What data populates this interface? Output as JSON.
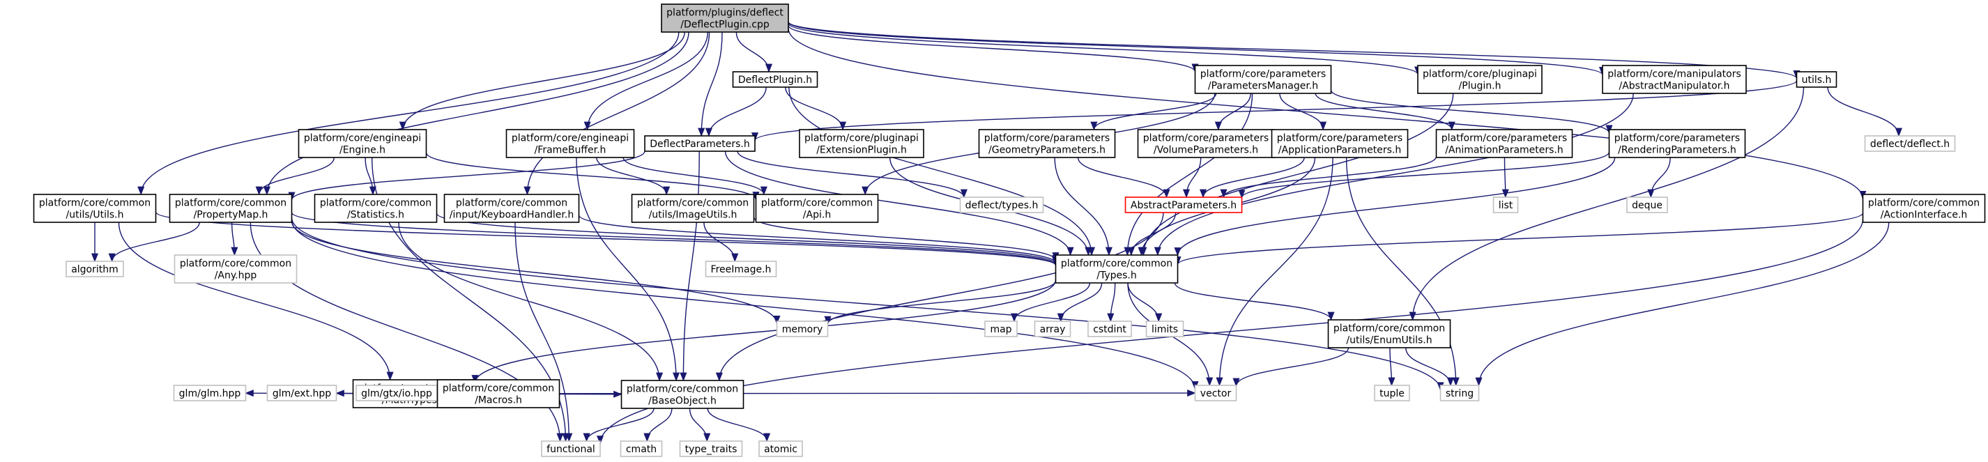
{
  "colors": {
    "edge": "#191970",
    "box": "#000000",
    "leaf": "#bfbfbf",
    "root_fill": "#bfbfbf",
    "abstract": "#ff0000",
    "text": "#000000",
    "leaf_text": "#000000"
  },
  "nodes": [
    {
      "id": "root",
      "lines": [
        "platform/plugins/deflect",
        "/DeflectPlugin.cpp"
      ],
      "style": "root"
    },
    {
      "id": "deflectplugin_h",
      "lines": [
        "DeflectPlugin.h"
      ],
      "style": "box"
    },
    {
      "id": "params_manager",
      "lines": [
        "platform/core/parameters",
        "/ParametersManager.h"
      ],
      "style": "box"
    },
    {
      "id": "pluginapi_plugin",
      "lines": [
        "platform/core/pluginapi",
        "/Plugin.h"
      ],
      "style": "box"
    },
    {
      "id": "abstract_manip",
      "lines": [
        "platform/core/manipulators",
        "/AbstractManipulator.h"
      ],
      "style": "box"
    },
    {
      "id": "utils_h",
      "lines": [
        "utils.h"
      ],
      "style": "box"
    },
    {
      "id": "engine_h",
      "lines": [
        "platform/core/engineapi",
        "/Engine.h"
      ],
      "style": "box"
    },
    {
      "id": "framebuffer_h",
      "lines": [
        "platform/core/engineapi",
        "/FrameBuffer.h"
      ],
      "style": "box"
    },
    {
      "id": "deflect_params",
      "lines": [
        "DeflectParameters.h"
      ],
      "style": "box"
    },
    {
      "id": "extension_plugin",
      "lines": [
        "platform/core/pluginapi",
        "/ExtensionPlugin.h"
      ],
      "style": "box"
    },
    {
      "id": "geometry_params",
      "lines": [
        "platform/core/parameters",
        "/GeometryParameters.h"
      ],
      "style": "box"
    },
    {
      "id": "volume_params",
      "lines": [
        "platform/core/parameters",
        "/VolumeParameters.h"
      ],
      "style": "box"
    },
    {
      "id": "application_params",
      "lines": [
        "platform/core/parameters",
        "/ApplicationParameters.h"
      ],
      "style": "box"
    },
    {
      "id": "animation_params",
      "lines": [
        "platform/core/parameters",
        "/AnimationParameters.h"
      ],
      "style": "box"
    },
    {
      "id": "rendering_params",
      "lines": [
        "platform/core/parameters",
        "/RenderingParameters.h"
      ],
      "style": "box"
    },
    {
      "id": "deflect_deflect",
      "lines": [
        "deflect/deflect.h"
      ],
      "style": "leaf"
    },
    {
      "id": "utils_utils",
      "lines": [
        "platform/core/common",
        "/utils/Utils.h"
      ],
      "style": "box"
    },
    {
      "id": "property_map",
      "lines": [
        "platform/core/common",
        "/PropertyMap.h"
      ],
      "style": "box"
    },
    {
      "id": "statistics_h",
      "lines": [
        "platform/core/common",
        "/Statistics.h"
      ],
      "style": "box"
    },
    {
      "id": "keyboard_handler",
      "lines": [
        "platform/core/common",
        "/input/KeyboardHandler.h"
      ],
      "style": "box"
    },
    {
      "id": "image_utils",
      "lines": [
        "platform/core/common",
        "/utils/ImageUtils.h"
      ],
      "style": "box"
    },
    {
      "id": "api_h",
      "lines": [
        "platform/core/common",
        "/Api.h"
      ],
      "style": "box"
    },
    {
      "id": "deflect_types",
      "lines": [
        "deflect/types.h"
      ],
      "style": "leaf"
    },
    {
      "id": "abstract_params",
      "lines": [
        "AbstractParameters.h"
      ],
      "style": "abstract"
    },
    {
      "id": "list",
      "lines": [
        "list"
      ],
      "style": "leaf"
    },
    {
      "id": "deque",
      "lines": [
        "deque"
      ],
      "style": "leaf"
    },
    {
      "id": "action_interface",
      "lines": [
        "platform/core/common",
        "/ActionInterface.h"
      ],
      "style": "box"
    },
    {
      "id": "algorithm",
      "lines": [
        "algorithm"
      ],
      "style": "leaf"
    },
    {
      "id": "any_hpp",
      "lines": [
        "platform/core/common",
        "/Any.hpp"
      ],
      "style": "leaf"
    },
    {
      "id": "freeimage",
      "lines": [
        "FreeImage.h"
      ],
      "style": "leaf"
    },
    {
      "id": "types_h",
      "lines": [
        "platform/core/common",
        "/Types.h"
      ],
      "style": "box"
    },
    {
      "id": "memory",
      "lines": [
        "memory"
      ],
      "style": "leaf"
    },
    {
      "id": "map",
      "lines": [
        "map"
      ],
      "style": "leaf"
    },
    {
      "id": "array",
      "lines": [
        "array"
      ],
      "style": "leaf"
    },
    {
      "id": "cstdint",
      "lines": [
        "cstdint"
      ],
      "style": "leaf"
    },
    {
      "id": "limits",
      "lines": [
        "limits"
      ],
      "style": "leaf"
    },
    {
      "id": "enum_utils",
      "lines": [
        "platform/core/common",
        "/utils/EnumUtils.h"
      ],
      "style": "box"
    },
    {
      "id": "math_types",
      "lines": [
        "platform/core/common",
        "/MathTypes.h"
      ],
      "style": "box"
    },
    {
      "id": "glm_hpp",
      "lines": [
        "glm/glm.hpp"
      ],
      "style": "leaf"
    },
    {
      "id": "glm_ext",
      "lines": [
        "glm/ext.hpp"
      ],
      "style": "leaf"
    },
    {
      "id": "glm_gtx_io",
      "lines": [
        "glm/gtx/io.hpp"
      ],
      "style": "leaf"
    },
    {
      "id": "macros_h",
      "lines": [
        "platform/core/common",
        "/Macros.h"
      ],
      "style": "box"
    },
    {
      "id": "base_object",
      "lines": [
        "platform/core/common",
        "/BaseObject.h"
      ],
      "style": "box"
    },
    {
      "id": "vector",
      "lines": [
        "vector"
      ],
      "style": "leaf"
    },
    {
      "id": "tuple",
      "lines": [
        "tuple"
      ],
      "style": "leaf"
    },
    {
      "id": "string",
      "lines": [
        "string"
      ],
      "style": "leaf"
    },
    {
      "id": "functional",
      "lines": [
        "functional"
      ],
      "style": "leaf"
    },
    {
      "id": "cmath",
      "lines": [
        "cmath"
      ],
      "style": "leaf"
    },
    {
      "id": "type_traits",
      "lines": [
        "type_traits"
      ],
      "style": "leaf"
    },
    {
      "id": "atomic",
      "lines": [
        "atomic"
      ],
      "style": "leaf"
    }
  ],
  "edges": [
    [
      "root",
      "deflectplugin_h"
    ],
    [
      "root",
      "deflect_params"
    ],
    [
      "root",
      "params_manager"
    ],
    [
      "root",
      "pluginapi_plugin"
    ],
    [
      "root",
      "abstract_manip"
    ],
    [
      "root",
      "utils_h"
    ],
    [
      "root",
      "action_interface"
    ],
    [
      "root",
      "engine_h"
    ],
    [
      "root",
      "framebuffer_h"
    ],
    [
      "root",
      "keyboard_handler"
    ],
    [
      "root",
      "property_map"
    ],
    [
      "root",
      "utils_utils"
    ],
    [
      "deflectplugin_h",
      "deflect_params"
    ],
    [
      "deflectplugin_h",
      "extension_plugin"
    ],
    [
      "deflectplugin_h",
      "types_h"
    ],
    [
      "params_manager",
      "geometry_params"
    ],
    [
      "params_manager",
      "volume_params"
    ],
    [
      "params_manager",
      "application_params"
    ],
    [
      "params_manager",
      "animation_params"
    ],
    [
      "params_manager",
      "rendering_params"
    ],
    [
      "params_manager",
      "api_h"
    ],
    [
      "params_manager",
      "types_h"
    ],
    [
      "pluginapi_plugin",
      "types_h"
    ],
    [
      "abstract_manip",
      "types_h"
    ],
    [
      "utils_h",
      "deflect_params"
    ],
    [
      "utils_h",
      "deflect_deflect"
    ],
    [
      "utils_h",
      "enum_utils"
    ],
    [
      "engine_h",
      "property_map"
    ],
    [
      "engine_h",
      "statistics_h"
    ],
    [
      "engine_h",
      "api_h"
    ],
    [
      "engine_h",
      "functional"
    ],
    [
      "framebuffer_h",
      "image_utils"
    ],
    [
      "framebuffer_h",
      "api_h"
    ],
    [
      "framebuffer_h",
      "base_object"
    ],
    [
      "deflect_params",
      "property_map"
    ],
    [
      "deflect_params",
      "deflect_types"
    ],
    [
      "deflect_params",
      "base_object"
    ],
    [
      "deflect_params",
      "types_h"
    ],
    [
      "extension_plugin",
      "types_h"
    ],
    [
      "geometry_params",
      "abstract_params"
    ],
    [
      "geometry_params",
      "types_h"
    ],
    [
      "volume_params",
      "abstract_params"
    ],
    [
      "application_params",
      "abstract_params"
    ],
    [
      "application_params",
      "types_h"
    ],
    [
      "application_params",
      "string"
    ],
    [
      "application_params",
      "vector"
    ],
    [
      "animation_params",
      "abstract_params"
    ],
    [
      "animation_params",
      "list"
    ],
    [
      "rendering_params",
      "abstract_params"
    ],
    [
      "rendering_params",
      "deque"
    ],
    [
      "rendering_params",
      "types_h"
    ],
    [
      "abstract_params",
      "types_h"
    ],
    [
      "abstract_params",
      "base_object"
    ],
    [
      "utils_utils",
      "algorithm"
    ],
    [
      "utils_utils",
      "types_h"
    ],
    [
      "utils_utils",
      "math_types"
    ],
    [
      "property_map",
      "algorithm"
    ],
    [
      "property_map",
      "any_hpp"
    ],
    [
      "property_map",
      "types_h"
    ],
    [
      "property_map",
      "memory"
    ],
    [
      "property_map",
      "functional"
    ],
    [
      "property_map",
      "vector"
    ],
    [
      "property_map",
      "string"
    ],
    [
      "statistics_h",
      "base_object"
    ],
    [
      "statistics_h",
      "types_h"
    ],
    [
      "keyboard_handler",
      "types_h"
    ],
    [
      "keyboard_handler",
      "functional"
    ],
    [
      "image_utils",
      "freeimage"
    ],
    [
      "image_utils",
      "types_h"
    ],
    [
      "action_interface",
      "types_h"
    ],
    [
      "action_interface",
      "string"
    ],
    [
      "action_interface",
      "functional"
    ],
    [
      "types_h",
      "memory"
    ],
    [
      "types_h",
      "map"
    ],
    [
      "types_h",
      "array"
    ],
    [
      "types_h",
      "cstdint"
    ],
    [
      "types_h",
      "limits"
    ],
    [
      "types_h",
      "vector"
    ],
    [
      "types_h",
      "enum_utils"
    ],
    [
      "types_h",
      "math_types"
    ],
    [
      "enum_utils",
      "tuple"
    ],
    [
      "enum_utils",
      "string"
    ],
    [
      "enum_utils",
      "vector"
    ],
    [
      "math_types",
      "glm_hpp"
    ],
    [
      "math_types",
      "glm_ext"
    ],
    [
      "math_types",
      "glm_gtx_io"
    ],
    [
      "math_types",
      "macros_h"
    ],
    [
      "math_types",
      "base_object"
    ],
    [
      "math_types",
      "vector"
    ],
    [
      "base_object",
      "functional"
    ],
    [
      "base_object",
      "cmath"
    ],
    [
      "base_object",
      "type_traits"
    ],
    [
      "base_object",
      "atomic"
    ]
  ]
}
